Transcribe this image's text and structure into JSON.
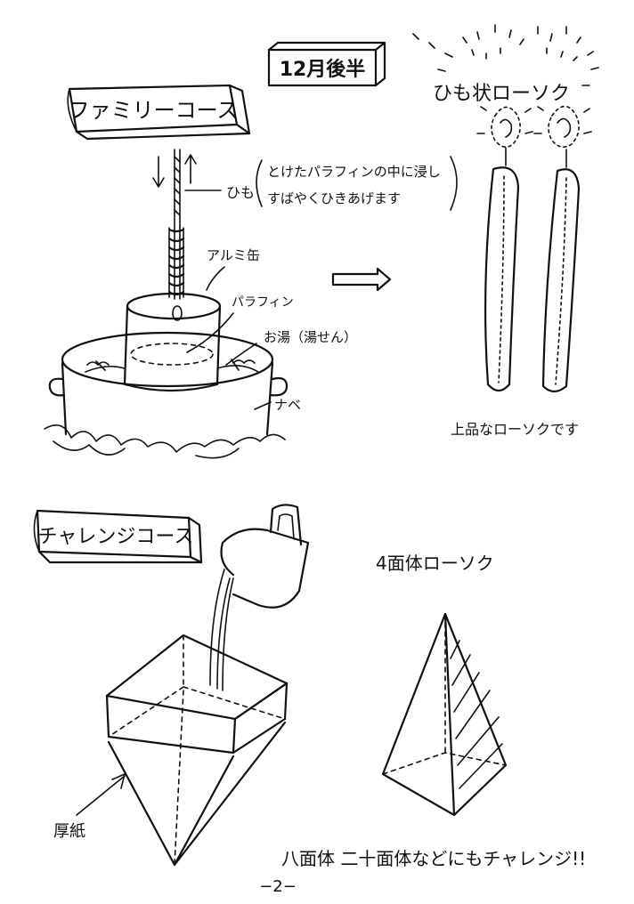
{
  "page": {
    "section_label": "12月後半",
    "page_number": "−2−"
  },
  "family_course": {
    "title": "ファミリーコース",
    "string_label": "ひも",
    "instruction_line1": "とけたパラフィンの中に浸し",
    "instruction_line2": "すばやくひきあげます",
    "can_label": "アルミ缶",
    "paraffin_label": "パラフィン",
    "hot_water_label": "お湯（湯せん）",
    "pot_label": "ナベ"
  },
  "string_candle": {
    "title": "ひも状ローソク",
    "caption": "上品なローソクです"
  },
  "challenge_course": {
    "title": "チャレンジコース",
    "cardboard_label": "厚紙"
  },
  "tetrahedron": {
    "title": "4面体ローソク"
  },
  "footer_note": "八面体 二十面体などにもチャレンジ!!"
}
